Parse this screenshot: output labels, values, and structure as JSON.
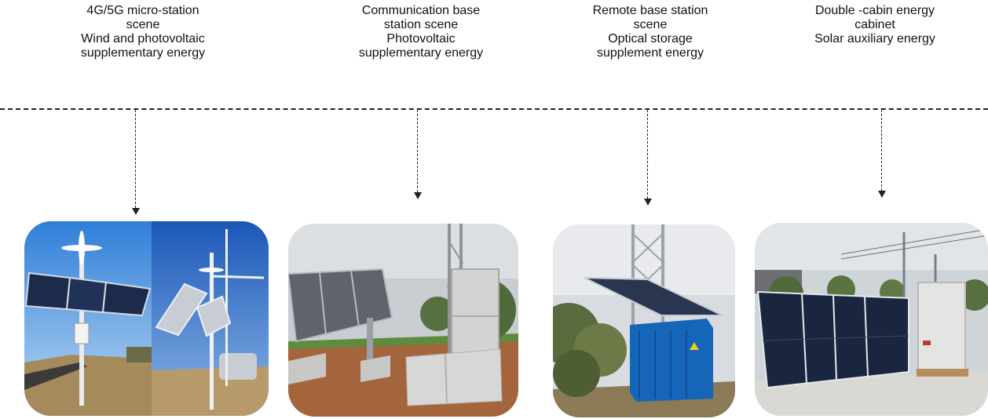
{
  "scenes": [
    {
      "lines": [
        "4G/5G micro-station",
        "scene",
        "Wind and photovoltaic",
        "supplementary energy"
      ],
      "photo": "micro-station-wind-solar-photo"
    },
    {
      "lines": [
        "Communication base",
        "station scene",
        "Photovoltaic",
        "supplementary energy"
      ],
      "photo": "base-station-solar-cabinet-photo"
    },
    {
      "lines": [
        "Remote base station",
        "scene",
        "Optical storage",
        "supplement energy"
      ],
      "photo": "remote-station-container-photo"
    },
    {
      "lines": [
        "Double -cabin energy",
        "cabinet",
        "Solar auxiliary energy"
      ],
      "photo": "double-cabin-cabinet-solar-photo"
    }
  ]
}
